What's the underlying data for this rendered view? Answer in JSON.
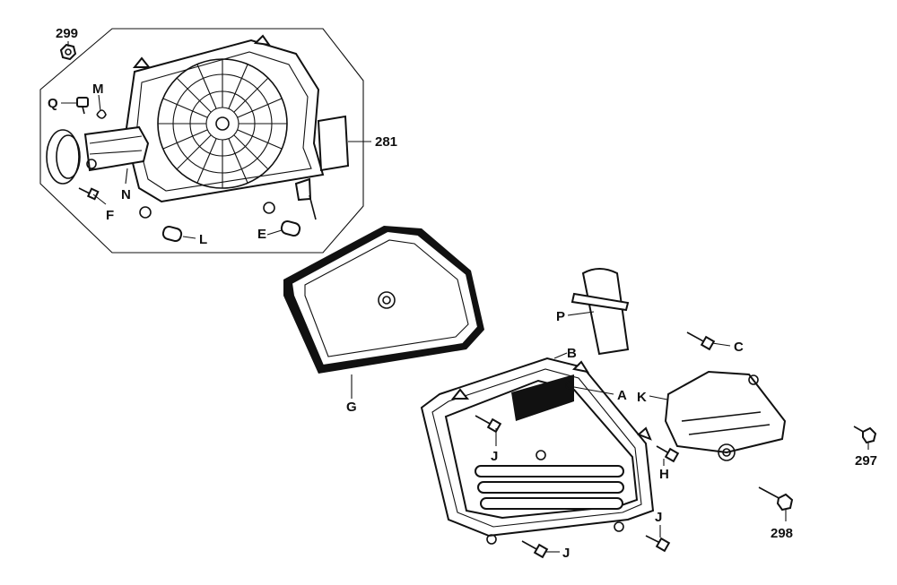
{
  "labels": {
    "l299": "299",
    "lQ": "Q",
    "lM": "M",
    "l281": "281",
    "lN": "N",
    "lF": "F",
    "lL": "L",
    "lE": "E",
    "lG": "G",
    "lP": "P",
    "lB": "B",
    "lA": "A",
    "lK": "K",
    "lC": "C",
    "lJ1": "J",
    "lH": "H",
    "lJ2": "J",
    "lJ3": "J",
    "l297": "297",
    "l298": "298"
  }
}
